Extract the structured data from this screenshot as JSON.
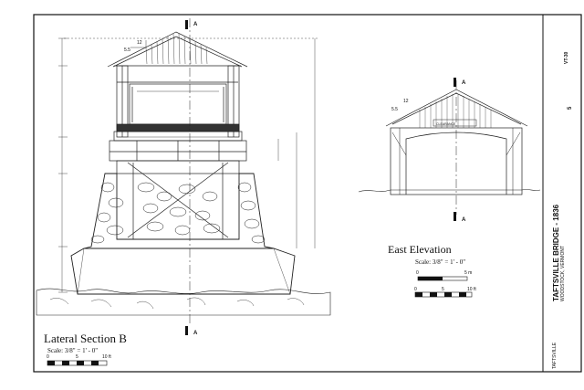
{
  "drawing": {
    "lateral_title": "Lateral Section B",
    "lateral_scale": "Scale: 3/8\" = 1' - 0\"",
    "east_title": "East Elevation",
    "east_scale": "Scale: 3/8\" = 1' - 0\"",
    "section_marks": [
      "A",
      "A",
      "A",
      "A"
    ],
    "roof_pitch": [
      "12",
      "5.5"
    ],
    "bar_labels": [
      "0",
      "5",
      "10 ft",
      "0",
      "5 m",
      "0",
      "5",
      "10 ft"
    ]
  },
  "title_block": {
    "bridge_name": "TAFTSVILLE BRIDGE - 1836",
    "location_line": "WOODSTOCK, VERMONT",
    "town": "TAFTSVILLE",
    "survey_number": "VT-30",
    "sheet_number": "5"
  }
}
